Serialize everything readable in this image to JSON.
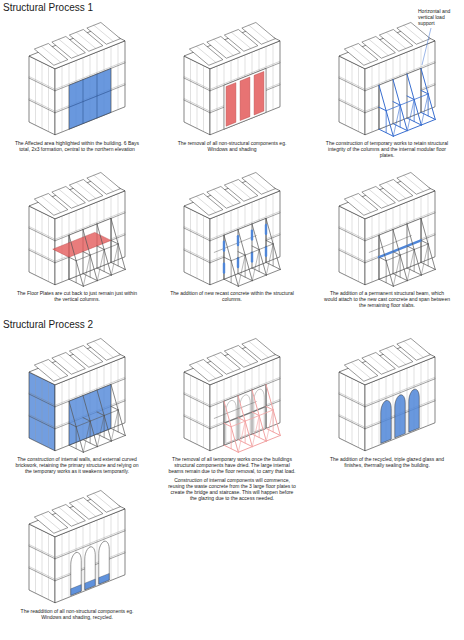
{
  "diagram": {
    "labels": [
      "Structural Process 1",
      "The Affected area highlighted within the building. 6 Bays total, 2x3 formation, central to the northern elevation",
      "The removal of all non-structural components eg. Windows and shading",
      "The construction of temporary works to retain structural integrity of the columns and the internal modular floor plates.",
      "Horizontal and vertical load support",
      "The Floor Plates are cut back to just remain just within the vertical columns.",
      "The addition of new recast concrete within the structural columns.",
      "The addition of a permanent structural beam, which would attach to the new cast concrete and span between the remaining floor slabs.",
      "Structural Process 2",
      "The construction of internal walls, and external curved brickwork, retaining the primary structure and relying on the temporary works as it weakens temporarily.",
      "The removal of all temporary works once the buildings structural components have dried. The large internal beams remain due to the floor removal, to carry that load.",
      "Construction of internal components will commence, reusing the waste concrete from the 3 large floor plates to create the bridge and staircase. This will happen before the glazing due to the access needed.",
      "The addition of the recycled, triple glazed glass and finishes, thermally sealing the building.",
      "The readdition of all non-structural components eg. Windows and shading, recycled."
    ]
  }
}
